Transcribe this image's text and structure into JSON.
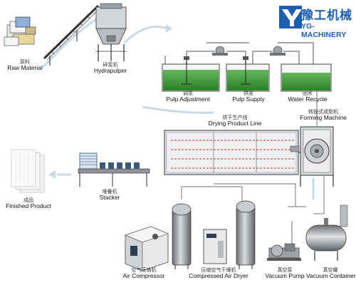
{
  "brand": {
    "name": "豫工机械",
    "sub": "YG-MACHINERY",
    "color": "#1d5fae"
  },
  "stages": {
    "raw_material": {
      "cn": "原料",
      "en": "Raw Material"
    },
    "hydrapulper": {
      "cn": "碎浆机",
      "en": "Hydrapulper"
    },
    "pulp_adjustment": {
      "cn": "调浆",
      "en": "Pulp Adjustment"
    },
    "pulp_supply": {
      "cn": "供浆",
      "en": "Pulp Supply"
    },
    "water_recycle": {
      "cn": "回水",
      "en": "Water Recycle"
    },
    "drying_line": {
      "cn": "烘干生产线",
      "en": "Drying Product Line"
    },
    "forming_machine": {
      "cn": "转鼓式成型机",
      "en": "Forming Machine"
    },
    "finished_product": {
      "cn": "成品",
      "en": "Finished Product"
    },
    "stacker": {
      "cn": "堆叠机",
      "en": "Stacker"
    },
    "air_compressor": {
      "cn": "空气压缩机",
      "en": "Air Compressor"
    },
    "air_dryer": {
      "cn": "压缩空气干燥机",
      "en": "Compressed Air Dryer"
    },
    "vacuum_pump": {
      "cn": "真空泵",
      "en": "Vacuum Pump"
    },
    "vacuum_container": {
      "cn": "真空罐",
      "en": "Vacuum Container"
    }
  },
  "colors": {
    "pulp_liquid": "#3f9c3a",
    "pipe": "#8c8c8c",
    "flow_arrow": "#c9d9e8",
    "dashed_line": "#c0392b",
    "machine_gray": "#8e9296",
    "dryer_frame": "#6f7479"
  }
}
